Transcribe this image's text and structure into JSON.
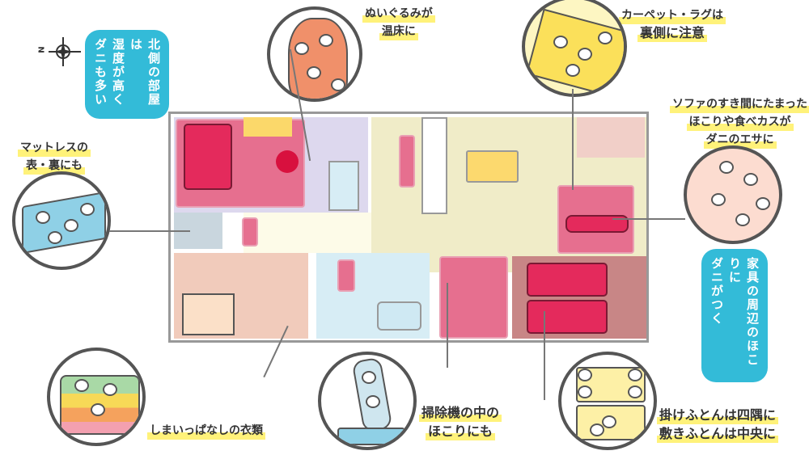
{
  "compass": {
    "north_letter": "N"
  },
  "callouts": {
    "north_room": [
      "北側の部屋は",
      "湿度が高く",
      "ダニも多い"
    ],
    "mattress": [
      "マットレスの",
      "表・裏にも"
    ],
    "stuffed_toy": [
      "ぬいぐるみが",
      "温床に"
    ],
    "carpet": [
      "カーペット・ラグは",
      "裏側に注意"
    ],
    "sofa": [
      "ソファのすき間にたまった",
      "ほこりや食べカスが",
      "ダニのエサに"
    ],
    "furniture": [
      "家具の周辺のほこりに",
      "ダニがつく"
    ],
    "futon": [
      "掛けふとんは四隅に",
      "敷きふとんは中央に"
    ],
    "vacuum": [
      "掃除機の中の",
      "ほこりにも"
    ],
    "clothes": [
      "しまいっぱなしの衣類"
    ]
  },
  "colors": {
    "accent_blue": "#33bbd8",
    "mite_zone": "#e66f8f",
    "highlight": "#fff27a"
  }
}
